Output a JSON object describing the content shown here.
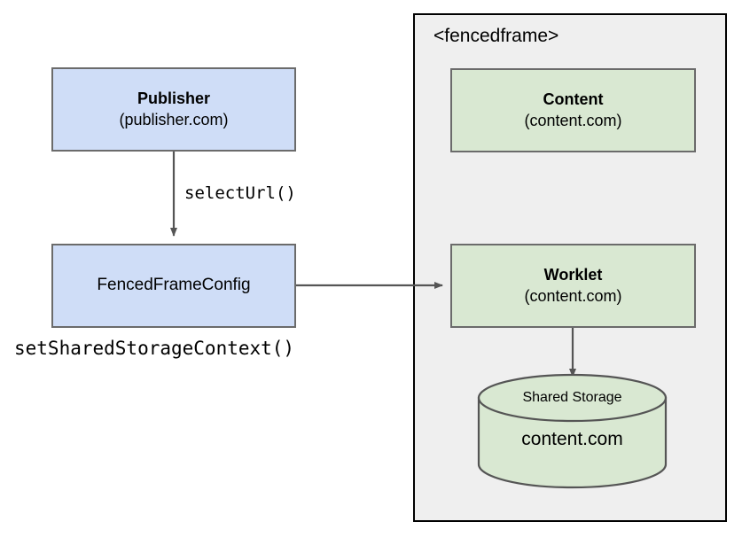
{
  "diagram": {
    "title_hidden": "",
    "colors": {
      "blue_fill": "#cfddf7",
      "green_fill": "#d9e8d2",
      "panel_fill": "#efefef",
      "node_stroke": "#6b6b6b",
      "panel_stroke": "#000000",
      "arrow_stroke": "#555555"
    }
  },
  "panel": {
    "label": "<fencedframe>"
  },
  "nodes": {
    "publisher": {
      "title": "Publisher",
      "sub": "(publisher.com)"
    },
    "fencedframeconfig": {
      "title": "FencedFrameConfig"
    },
    "content": {
      "title": "Content",
      "sub": "(content.com)"
    },
    "worklet": {
      "title": "Worklet",
      "sub": "(content.com)"
    },
    "shared_storage": {
      "top_label": "Shared Storage",
      "body_label": "content.com"
    }
  },
  "edges": {
    "publisher_to_config": {
      "label": "selectUrl()"
    },
    "config_to_worklet": {
      "label": ""
    },
    "worklet_to_storage": {
      "label": ""
    }
  },
  "annotations": {
    "set_shared_storage_context": "setSharedStorageContext()"
  }
}
